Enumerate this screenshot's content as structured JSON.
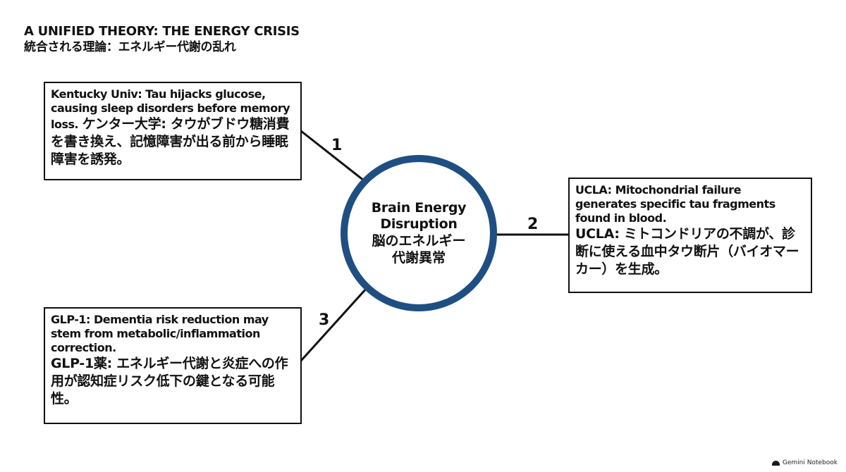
{
  "header": {
    "title_en": "A UNIFIED THEORY: THE ENERGY CRISIS",
    "title_ja": "統合される理論：エネルギー代謝の乱れ"
  },
  "center": {
    "label_en_1": "Brain Energy",
    "label_en_2": "Disruption",
    "label_ja_1": "脳のエネルギー",
    "label_ja_2": "代謝異常",
    "ring_color": "#1f4f82"
  },
  "nodes": [
    {
      "number": "1",
      "en": "Kentucky Univ: Tau hijacks glucose, causing sleep disorders before memory loss.",
      "ja": "ケンター大学: タウがブドウ糖消費を書き換え、記憶障害が出る前から睡眠障害を誘発。"
    },
    {
      "number": "2",
      "en": "UCLA: Mitochondrial failure generates specific tau fragments found in blood.",
      "ja": "UCLA: ミトコンドリアの不調が、診断に使える血中タウ断片（バイオマーカー）を生成。"
    },
    {
      "number": "3",
      "en": "GLP-1: Dementia risk reduction may stem from metabolic/inflammation correction.",
      "ja": "GLP-1薬: エネルギー代謝と炎症への作用が認知症リスク低下の鍵となる可能性。"
    }
  ],
  "footer": {
    "brand": "Gemini Notebook"
  }
}
